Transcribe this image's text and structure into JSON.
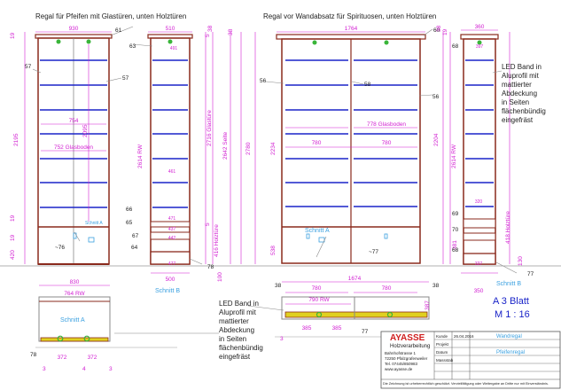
{
  "titles": {
    "left": "Regal für Pfeifen mit Glastüren, unten Holztüren",
    "right": "Regal vor Wandabsatz für Spirituosen, unten Holztüren"
  },
  "led_note": [
    "LED Band in",
    "Aluprofil mit",
    "mattierter",
    "Abdeckung",
    "in Seiten",
    "flächenbündig",
    "eingefräst"
  ],
  "scale": {
    "sheet": "A 3 Blatt",
    "ratio": "M 1 : 16"
  },
  "section_labels": {
    "a": "Schnitt A",
    "b": "Schnitt B"
  },
  "colors": {
    "shelf": "#1a24c8",
    "carcass": "#8a2a1c",
    "dim": "#d21fd2",
    "led": "#3ab53a",
    "section": "#3aa0e0",
    "gold": "#e0d020"
  },
  "dims": {
    "w930": "930",
    "w510": "510",
    "w1764": "1764",
    "w360": "360",
    "w754": "754",
    "w752": "752 Glasboden",
    "w764": "764 RW",
    "w830": "830",
    "w780a": "780",
    "w780b": "780",
    "w778": "778 Glasboden",
    "w790": "790 RW",
    "w1674": "1674",
    "w780c": "780",
    "w780d": "780",
    "w500": "500",
    "w350": "350",
    "w385a": "385",
    "w385b": "385",
    "w372a": "372",
    "w372b": "372",
    "w3a": "3",
    "w4": "4",
    "w3b": "3",
    "w3c": "3",
    "h19a": "19",
    "h2195": "2195",
    "h2095": "2095",
    "h19b": "19",
    "h19c": "19",
    "h420": "420",
    "h2614a": "2614 RW",
    "h2716": "2716 Glastüre",
    "h2642": "2642 Seite",
    "h2780": "2780",
    "h416": "416 Holztüre",
    "h100": "100",
    "h2234": "2234",
    "h538": "538",
    "h2204": "2204",
    "h2614b": "2614 RW",
    "h418": "418 Holztüre",
    "h19d": "19",
    "h38a": "38",
    "h5a": "5",
    "h5b": "5",
    "h381": "381",
    "h130": "130",
    "h38b": "38",
    "h38c": "38",
    "h387": "387",
    "i491": "491",
    "i461": "461",
    "i471": "471",
    "i437": "437",
    "i442": "442",
    "i477": "477",
    "i397": "397",
    "i320": "320",
    "i337": "337",
    "p61": "61",
    "p63": "63",
    "p57a": "57",
    "p57b": "57",
    "p66a": "66",
    "p65": "65",
    "p67": "67",
    "p64": "64",
    "p78a": "78",
    "p76": "~76",
    "p60": "60",
    "p56a": "56",
    "p58": "58",
    "p56b": "56",
    "p77a": "~77",
    "p68a": "68",
    "p69": "69",
    "p70": "70",
    "p68b": "68",
    "p77b": "77",
    "p78b": "78",
    "p77c": "77",
    "p38a": "38",
    "p38b": "38"
  },
  "title_block": {
    "company": "AYASSE",
    "sub": "Holzverarbeitung",
    "addr": [
      "Bahnhofstrasse 1",
      "72250 Pfalzgrafenweiler",
      "Tel. 07445/850983",
      "www.ayasse.de"
    ],
    "fields": [
      "Kunde",
      "Projekt",
      "Datum",
      "Massstab"
    ],
    "project": "Wandregal",
    "project2": "Pfeifenregal",
    "date": "26.04.2016",
    "footer": "Die Zeichnung ist urheberrechtlich geschützt. Vervielfältigung oder Weitergabe an Dritte nur mit Einverständnis."
  }
}
